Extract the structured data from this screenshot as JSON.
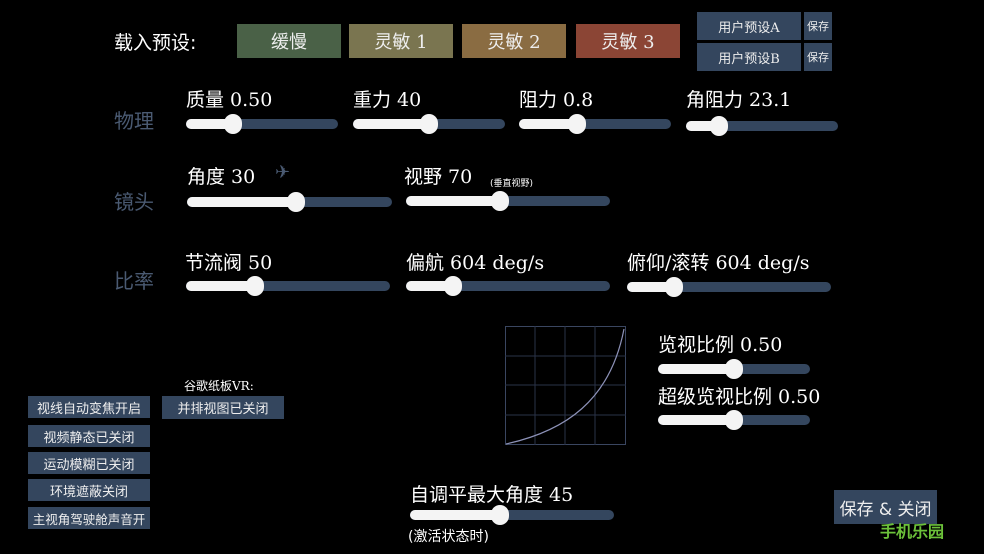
{
  "header": {
    "load_preset_label": "载入预设:"
  },
  "presets": [
    {
      "label": "缓慢",
      "color": "#4a6147"
    },
    {
      "label": "灵敏 1",
      "color": "#7a7550"
    },
    {
      "label": "灵敏 2",
      "color": "#8a6c42"
    },
    {
      "label": "灵敏 3",
      "color": "#8b4535"
    }
  ],
  "user_presets": [
    {
      "label": "用户预设A",
      "save": "保存"
    },
    {
      "label": "用户预设B",
      "save": "保存"
    }
  ],
  "sections": {
    "physics": "物理",
    "camera": "镜头",
    "rates": "比率"
  },
  "sliders": [
    {
      "id": "mass",
      "label": "质量 0.50",
      "fraction": 0.31
    },
    {
      "id": "gravity",
      "label": "重力 40",
      "fraction": 0.5
    },
    {
      "id": "drag",
      "label": "阻力 0.8",
      "fraction": 0.38
    },
    {
      "id": "angular-drag",
      "label": "角阻力 23.1",
      "fraction": 0.22
    },
    {
      "id": "angle",
      "label": "角度 30",
      "fraction": 0.53
    },
    {
      "id": "fov",
      "label": "视野 70",
      "fraction": 0.46
    },
    {
      "id": "throttle",
      "label": "节流阀 50",
      "fraction": 0.34
    },
    {
      "id": "yaw",
      "label": "偏航 604 deg/s",
      "fraction": 0.23
    },
    {
      "id": "pitch-roll",
      "label": "俯仰/滚转 604 deg/s",
      "fraction": 0.23
    },
    {
      "id": "look-ratio",
      "label": "览视比例 0.50",
      "fraction": 0.5
    },
    {
      "id": "super-look-ratio",
      "label": "超级览视比例 0.50",
      "fraction": 0.5
    },
    {
      "id": "auto-level",
      "label": "自调平最大角度 45",
      "fraction": 0.44
    }
  ],
  "fov_note": "(垂直视野)",
  "auto_level_note": "(激活状态时)",
  "vr": {
    "label": "谷歌纸板VR:",
    "button": "并排视图已关闭"
  },
  "toggles": [
    "视线自动变焦开启",
    "视频静态已关闭",
    "运动模糊已关闭",
    "环境遮蔽关闭",
    "主视角驾驶舱声音开"
  ],
  "save_close": "保存 & 关闭",
  "watermark": "手机乐园"
}
